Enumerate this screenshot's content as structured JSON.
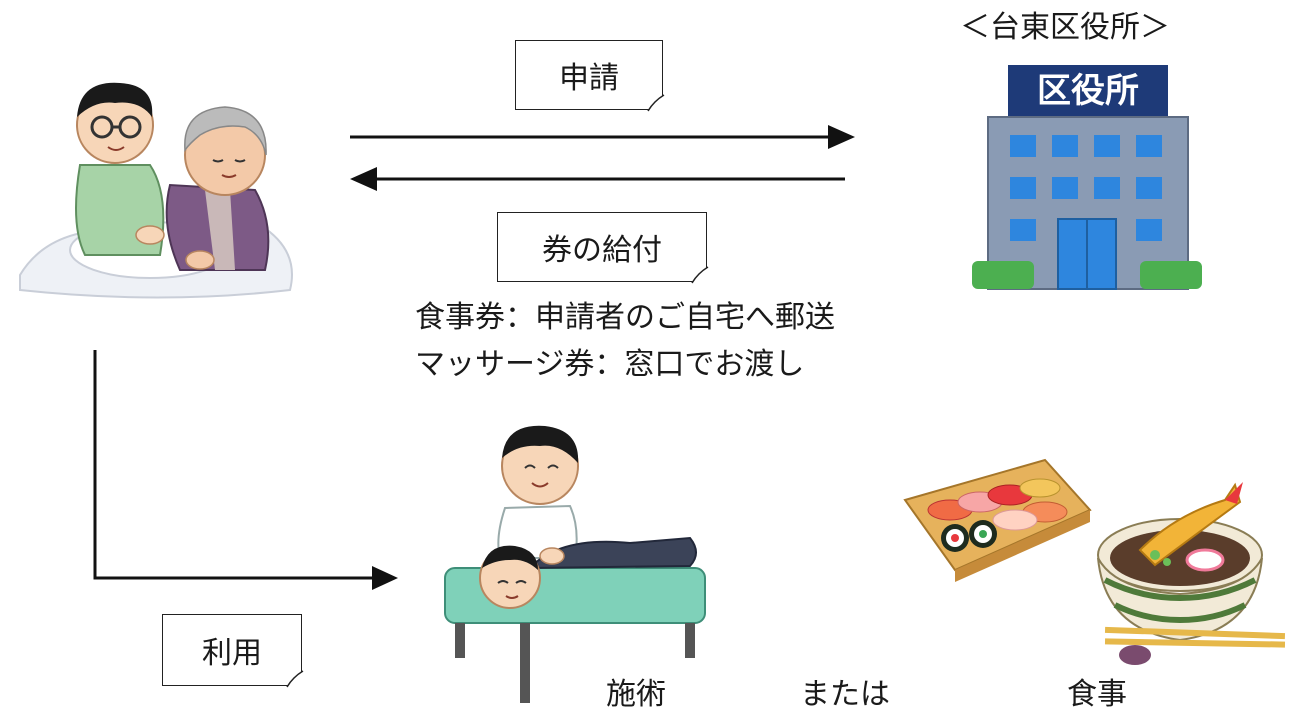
{
  "office_title": "＜台東区役所＞",
  "office_sign": "区役所",
  "notes": {
    "apply": "申請",
    "issue": "券の給付",
    "use": "利用"
  },
  "delivery": {
    "line1": "食事券：申請者のご自宅へ郵送",
    "line2": "マッサージ券：窓口でお渡し"
  },
  "services": {
    "treatment": "施術",
    "or": "または",
    "meal": "食事"
  },
  "colors": {
    "building": "#7f8fa6",
    "window": "#2e86de",
    "sign": "#1e3a78",
    "bed": "#7fd1b9",
    "shirt": "#a7d3a7",
    "cardigan": "#7d5a86"
  }
}
